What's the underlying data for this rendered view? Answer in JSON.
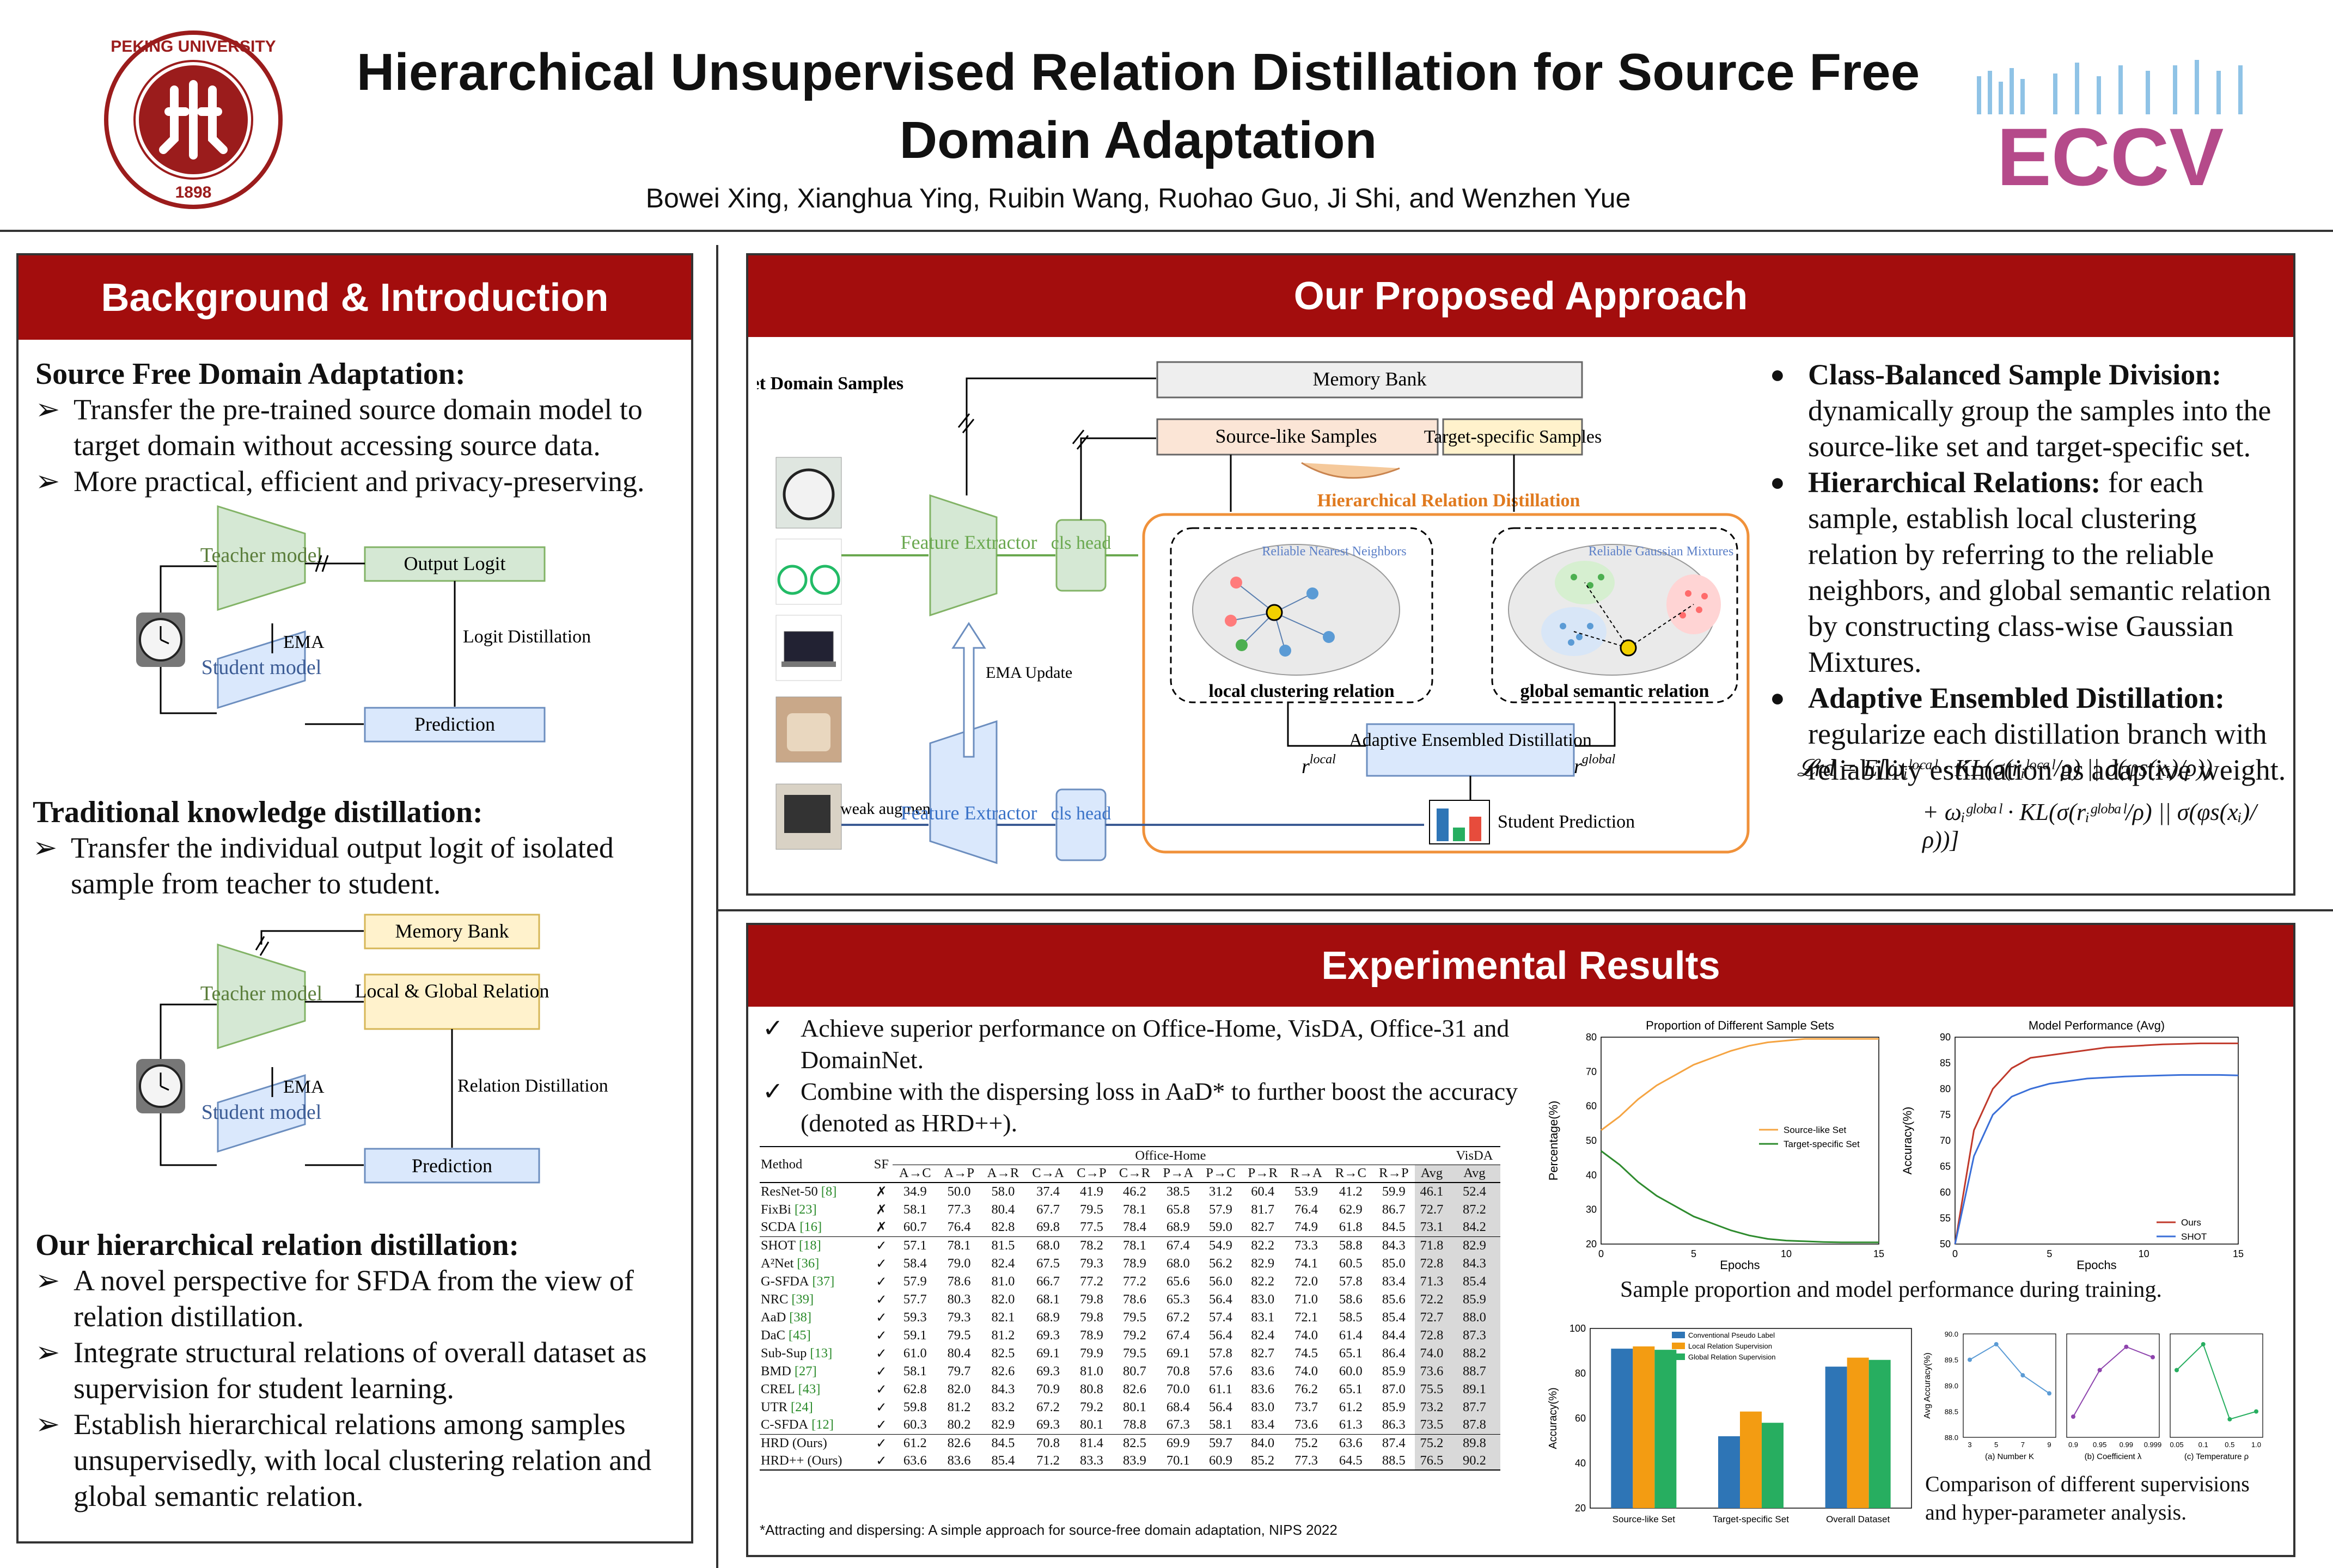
{
  "title": "Hierarchical Unsupervised Relation Distillation for Source Free Domain Adaptation",
  "authors": "Bowei Xing, Xianghua Ying, Ruibin Wang, Ruohao Guo, Ji Shi, and Wenzhen Yue",
  "logos": {
    "left": "PEKING UNIVERSITY 1898",
    "right": "ECCV"
  },
  "background": {
    "header": "Background & Introduction",
    "sfda_title": "Source Free Domain Adaptation:",
    "sfda_items": [
      "Transfer the pre-trained source domain model to target domain without accessing source data.",
      "More practical, efficient and privacy-preserving."
    ],
    "fig1": {
      "teacher": "Teacher model",
      "student": "Student model",
      "ema": "EMA",
      "output": "Output Logit",
      "distill": "Logit Distillation",
      "pred": "Prediction"
    },
    "tkd_title": "Traditional knowledge distillation:",
    "tkd_items": [
      "Transfer the individual output logit of isolated sample from teacher to student."
    ],
    "fig2": {
      "teacher": "Teacher model",
      "student": "Student model",
      "ema": "EMA",
      "memory": "Memory Bank",
      "relation": "Local & Global Relation",
      "distill": "Relation Distillation",
      "pred": "Prediction"
    },
    "ours_title": "Our hierarchical relation distillation:",
    "ours_items": [
      "A novel perspective for SFDA from the view of relation distillation.",
      "Integrate structural relations of overall dataset as supervision for student learning.",
      "Establish  hierarchical relations among samples unsupervisedly, with local clustering relation and global semantic relation."
    ]
  },
  "approach": {
    "header": "Our Proposed Approach",
    "diagram": {
      "target": "Target Domain Samples",
      "memory": "Memory Bank",
      "source_like": "Source-like Samples",
      "target_specific": "Target-specific Samples",
      "hrd": "Hierarchical Relation Distillation",
      "fe": "Feature Extractor",
      "cls": "cls head",
      "ema": "EMA Update",
      "weak": "weak augment",
      "reliable_nn": "Reliable Nearest Neighbors",
      "reliable_gm": "Reliable Gaussian Mixtures",
      "local": "local clustering relation",
      "global": "global semantic relation",
      "aed": "Adaptive Ensembled Distillation",
      "rlocal": "r",
      "rlocal_sup": "local",
      "rglobal": "r",
      "rglobal_sup": "global",
      "student_pred": "Student Prediction"
    },
    "bullets": [
      {
        "title": "Class-Balanced Sample Division:",
        "text": "dynamically group the samples into the source-like set and target-specific set."
      },
      {
        "title": "Hierarchical Relations:",
        "text": "for each sample, establish  local clustering relation by referring to the reliable neighbors, and global semantic relation by constructing class-wise Gaussian Mixtures."
      },
      {
        "title": "Adaptive Ensembled Distillation:",
        "text": "regularize each distillation branch with reliability estimation as  adaptive weight."
      }
    ],
    "formula_line1": "𝓛rd = E[ωᵢˡᵒᶜᵃˡ · KL(σ(rᵢˡᵒᶜᵃˡ/ρ) || σ(φs(xᵢ)/ρ))",
    "formula_line2": "+ ωᵢᵍˡᵒᵇᵃˡ · KL(σ(rᵢᵍˡᵒᵇᵃˡ/ρ) || σ(φs(xᵢ)/ρ))]"
  },
  "results": {
    "header": "Experimental Results",
    "bullets": [
      "Achieve superior performance on Office-Home, VisDA, Office-31 and DomainNet.",
      "Combine with the dispersing loss in AaD* to further boost the accuracy (denoted as HRD++)."
    ],
    "table": {
      "group_header": "Office-Home",
      "visda_header": "VisDA",
      "method": "Method",
      "sf": "SF",
      "cols": [
        "A→C",
        "A→P",
        "A→R",
        "C→A",
        "C→P",
        "C→R",
        "P→A",
        "P→C",
        "P→R",
        "R→A",
        "R→C",
        "R→P",
        "Avg"
      ],
      "visda_col": "Avg",
      "groups": [
        [
          {
            "m": "ResNet-50",
            "ref": "[8]",
            "sf": "✗",
            "v": [
              "34.9",
              "50.0",
              "58.0",
              "37.4",
              "41.9",
              "46.2",
              "38.5",
              "31.2",
              "60.4",
              "53.9",
              "41.2",
              "59.9",
              "46.1"
            ],
            "vis": "52.4"
          },
          {
            "m": "FixBi",
            "ref": "[23]",
            "sf": "✗",
            "v": [
              "58.1",
              "77.3",
              "80.4",
              "67.7",
              "79.5",
              "78.1",
              "65.8",
              "57.9",
              "81.7",
              "76.4",
              "62.9",
              "86.7",
              "72.7"
            ],
            "vis": "87.2"
          },
          {
            "m": "SCDA",
            "ref": "[16]",
            "sf": "✗",
            "v": [
              "60.7",
              "76.4",
              "82.8",
              "69.8",
              "77.5",
              "78.4",
              "68.9",
              "59.0",
              "82.7",
              "74.9",
              "61.8",
              "84.5",
              "73.1"
            ],
            "vis": "84.2"
          }
        ],
        [
          {
            "m": "SHOT",
            "ref": "[18]",
            "sf": "✓",
            "v": [
              "57.1",
              "78.1",
              "81.5",
              "68.0",
              "78.2",
              "78.1",
              "67.4",
              "54.9",
              "82.2",
              "73.3",
              "58.8",
              "84.3",
              "71.8"
            ],
            "vis": "82.9"
          },
          {
            "m": "A²Net",
            "ref": "[36]",
            "sf": "✓",
            "v": [
              "58.4",
              "79.0",
              "82.4",
              "67.5",
              "79.3",
              "78.9",
              "68.0",
              "56.2",
              "82.9",
              "74.1",
              "60.5",
              "85.0",
              "72.8"
            ],
            "vis": "84.3"
          },
          {
            "m": "G-SFDA",
            "ref": "[37]",
            "sf": "✓",
            "v": [
              "57.9",
              "78.6",
              "81.0",
              "66.7",
              "77.2",
              "77.2",
              "65.6",
              "56.0",
              "82.2",
              "72.0",
              "57.8",
              "83.4",
              "71.3"
            ],
            "vis": "85.4"
          },
          {
            "m": "NRC",
            "ref": "[39]",
            "sf": "✓",
            "v": [
              "57.7",
              "80.3",
              "82.0",
              "68.1",
              "79.8",
              "78.6",
              "65.3",
              "56.4",
              "83.0",
              "71.0",
              "58.6",
              "85.6",
              "72.2"
            ],
            "vis": "85.9"
          },
          {
            "m": "AaD",
            "ref": "[38]",
            "sf": "✓",
            "v": [
              "59.3",
              "79.3",
              "82.1",
              "68.9",
              "79.8",
              "79.5",
              "67.2",
              "57.4",
              "83.1",
              "72.1",
              "58.5",
              "85.4",
              "72.7"
            ],
            "vis": "88.0"
          },
          {
            "m": "DaC",
            "ref": "[45]",
            "sf": "✓",
            "v": [
              "59.1",
              "79.5",
              "81.2",
              "69.3",
              "78.9",
              "79.2",
              "67.4",
              "56.4",
              "82.4",
              "74.0",
              "61.4",
              "84.4",
              "72.8"
            ],
            "vis": "87.3"
          },
          {
            "m": "Sub-Sup",
            "ref": "[13]",
            "sf": "✓",
            "v": [
              "61.0",
              "80.4",
              "82.5",
              "69.1",
              "79.9",
              "79.5",
              "69.1",
              "57.8",
              "82.7",
              "74.5",
              "65.1",
              "86.4",
              "74.0"
            ],
            "vis": "88.2"
          },
          {
            "m": "BMD",
            "ref": "[27]",
            "sf": "✓",
            "v": [
              "58.1",
              "79.7",
              "82.6",
              "69.3",
              "81.0",
              "80.7",
              "70.8",
              "57.6",
              "83.6",
              "74.0",
              "60.0",
              "85.9",
              "73.6"
            ],
            "vis": "88.7"
          },
          {
            "m": "CREL",
            "ref": "[43]",
            "sf": "✓",
            "v": [
              "62.8",
              "82.0",
              "84.3",
              "70.9",
              "80.8",
              "82.6",
              "70.0",
              "61.1",
              "83.6",
              "76.2",
              "65.1",
              "87.0",
              "75.5"
            ],
            "vis": "89.1"
          },
          {
            "m": "UTR",
            "ref": "[24]",
            "sf": "✓",
            "v": [
              "59.8",
              "81.2",
              "83.2",
              "67.2",
              "79.2",
              "80.1",
              "68.4",
              "56.4",
              "83.0",
              "73.7",
              "61.2",
              "85.9",
              "73.2"
            ],
            "vis": "87.7"
          },
          {
            "m": "C-SFDA",
            "ref": "[12]",
            "sf": "✓",
            "v": [
              "60.3",
              "80.2",
              "82.9",
              "69.3",
              "80.1",
              "78.8",
              "67.3",
              "58.1",
              "83.4",
              "73.6",
              "61.3",
              "86.3",
              "73.5"
            ],
            "vis": "87.8"
          }
        ],
        [
          {
            "m": "HRD (Ours)",
            "ref": "",
            "sf": "✓",
            "v": [
              "61.2",
              "82.6",
              "84.5",
              "70.8",
              "81.4",
              "82.5",
              "69.9",
              "59.7",
              "84.0",
              "75.2",
              "63.6",
              "87.4",
              "75.2"
            ],
            "vis": "89.8"
          },
          {
            "m": "HRD++ (Ours)",
            "ref": "",
            "sf": "✓",
            "v": [
              "63.6",
              "83.6",
              "85.4",
              "71.2",
              "83.3",
              "83.9",
              "70.1",
              "60.9",
              "85.2",
              "77.3",
              "64.5",
              "88.5",
              "76.5"
            ],
            "vis": "90.2"
          }
        ]
      ]
    },
    "footnote": "*Attracting and dispersing: A simple approach for source-free domain adaptation, NIPS 2022",
    "caption1": "Sample proportion and model performance during training.",
    "caption2": "Comparison of different supervisions and hyper-parameter analysis."
  },
  "chart_data": [
    {
      "type": "line",
      "title": "Proportion of Different Sample Sets",
      "xlabel": "Epochs",
      "ylabel": "Percentage(%)",
      "xlim": [
        0,
        15
      ],
      "ylim": [
        20,
        80
      ],
      "xticks": [
        0,
        5,
        10,
        15
      ],
      "yticks": [
        20,
        30,
        40,
        50,
        60,
        70,
        80
      ],
      "x": [
        0,
        1,
        2,
        3,
        4,
        5,
        6,
        7,
        8,
        9,
        10,
        11,
        12,
        13,
        14,
        15
      ],
      "series": [
        {
          "name": "Source-like Set",
          "color": "#f5a442",
          "values": [
            53,
            57,
            62,
            66,
            69,
            72,
            74,
            76,
            77.5,
            78.5,
            79,
            79.5,
            79.5,
            79.5,
            79.5,
            79.5
          ]
        },
        {
          "name": "Target-specific Set",
          "color": "#2e8b2e",
          "values": [
            47,
            43,
            38,
            34,
            31,
            28,
            26,
            24,
            22.5,
            21.5,
            21,
            20.8,
            20.6,
            20.5,
            20.5,
            20.5
          ]
        }
      ]
    },
    {
      "type": "line",
      "title": "Model Performance (Avg)",
      "xlabel": "Epochs",
      "ylabel": "Accuracy(%)",
      "xlim": [
        0,
        15
      ],
      "ylim": [
        50,
        90
      ],
      "xticks": [
        0,
        5,
        10,
        15
      ],
      "yticks": [
        50,
        55,
        60,
        65,
        70,
        75,
        80,
        85,
        90
      ],
      "x": [
        0,
        1,
        2,
        3,
        4,
        5,
        6,
        7,
        8,
        9,
        10,
        11,
        12,
        13,
        14,
        15
      ],
      "series": [
        {
          "name": "Ours",
          "color": "#c0392b",
          "values": [
            50,
            72,
            80,
            84,
            86,
            86.5,
            87,
            87.5,
            88,
            88.2,
            88.4,
            88.6,
            88.7,
            88.8,
            88.8,
            88.8
          ]
        },
        {
          "name": "SHOT",
          "color": "#3a6fd8",
          "values": [
            50,
            67,
            75,
            78.5,
            80,
            81,
            81.5,
            82,
            82.2,
            82.4,
            82.5,
            82.6,
            82.7,
            82.7,
            82.7,
            82.6
          ]
        }
      ]
    },
    {
      "type": "bar",
      "xlabel": "",
      "ylabel": "Accuracy(%)",
      "ylim": [
        20,
        100
      ],
      "yticks": [
        20,
        40,
        60,
        80,
        100
      ],
      "categories": [
        "Source-like Set",
        "Target-specific Set",
        "Overall Dataset"
      ],
      "series": [
        {
          "name": "Conventional Pseudo Label",
          "color": "#2e75b6",
          "values": [
            91,
            52,
            83
          ]
        },
        {
          "name": "Local Relation Supervision",
          "color": "#f39c12",
          "values": [
            92,
            63,
            87
          ]
        },
        {
          "name": "Global Relation Supervision",
          "color": "#27ae60",
          "values": [
            90.5,
            58,
            86
          ]
        }
      ]
    },
    {
      "type": "line",
      "ylabel": "Avg Accuracy(%)",
      "ylim": [
        88,
        90
      ],
      "yticks": [
        88.0,
        88.5,
        89.0,
        89.5,
        90.0
      ],
      "panels": [
        {
          "label": "(a) Number K",
          "xticks": [
            "3",
            "5",
            "7",
            "9"
          ],
          "values": [
            89.5,
            89.8,
            89.2,
            88.85
          ],
          "color": "#5b9bd5"
        },
        {
          "label": "(b) Coefficient λ",
          "xticks": [
            "0.9",
            "0.95",
            "0.99",
            "0.999"
          ],
          "values": [
            88.4,
            89.3,
            89.75,
            89.55
          ],
          "color": "#8e44ad"
        },
        {
          "label": "(c) Temperature ρ",
          "xticks": [
            "0.05",
            "0.1",
            "0.5",
            "1.0"
          ],
          "values": [
            89.3,
            89.8,
            88.35,
            88.5
          ],
          "color": "#27ae60"
        }
      ]
    }
  ]
}
